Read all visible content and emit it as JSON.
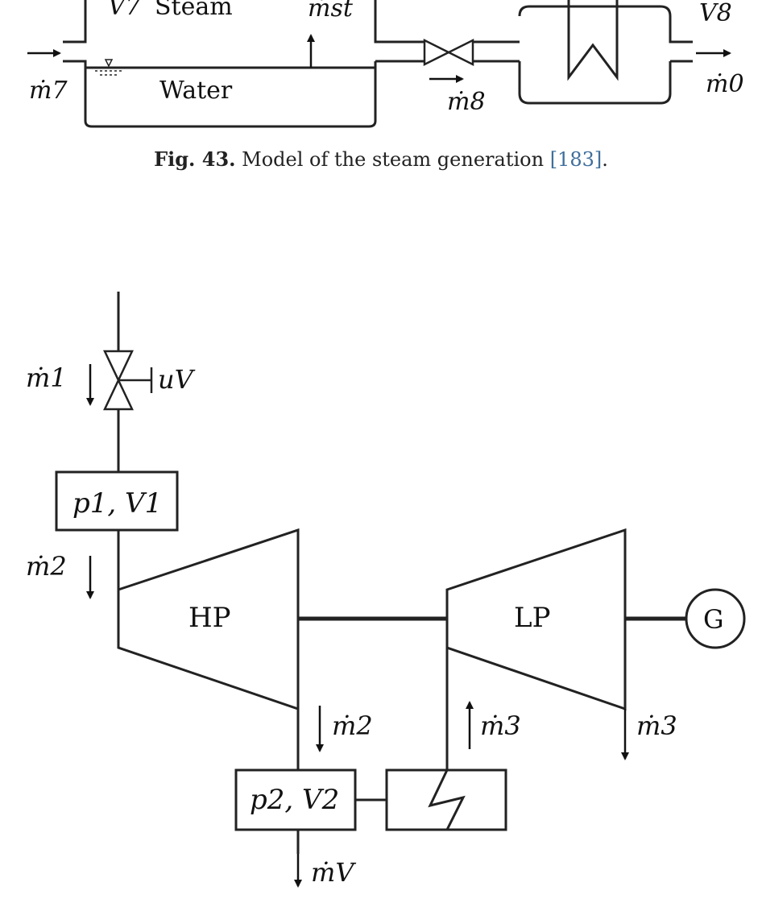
{
  "figure43": {
    "labels": {
      "volume": "V7",
      "steam": "Steam",
      "steam_flow": "ṁst",
      "volume_out": "V8",
      "inflow": "ṁ7",
      "water": "Water",
      "valve_flow": "ṁ8",
      "outflow": "ṁ0"
    },
    "caption": {
      "prefix": "Fig. 43.",
      "text": "Model of the steam generation",
      "ref": "[183]",
      "suffix": "."
    }
  },
  "figure44": {
    "labels": {
      "m1": "ṁ1",
      "uv": "uV",
      "p1v1": "p1, V1",
      "m2_left": "ṁ2",
      "hp": "HP",
      "lp": "LP",
      "generator": "G",
      "m2_down": "ṁ2",
      "m3_up": "ṁ3",
      "m3_right": "ṁ3",
      "p2v2": "p2, V2",
      "mv": "ṁV"
    }
  }
}
